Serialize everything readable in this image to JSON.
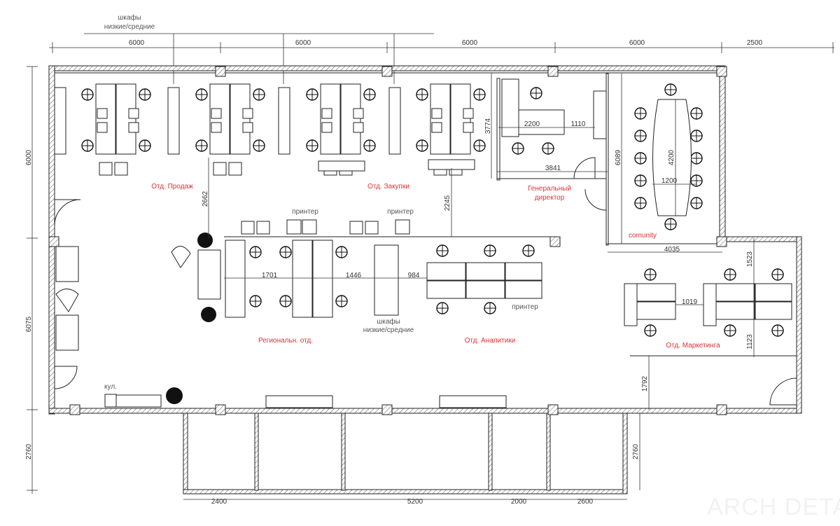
{
  "plan": {
    "top_note": [
      "шкафы",
      "низкие/средние"
    ],
    "mid_note": [
      "шкафы",
      "низкие/средние"
    ],
    "departments": {
      "sales": "Отд. Продаж",
      "purchasing": "Отд. Закупки",
      "director": [
        "Генеральный",
        "директор"
      ],
      "community": "comunity",
      "regional": "Региональн. отд.",
      "analytics": "Отд. Аналитики",
      "marketing": "Отд. Маркетинга"
    },
    "printers": [
      "принтер",
      "принтер",
      "принтер"
    ],
    "cooler": "кул.",
    "dimensions": {
      "top": [
        "6000",
        "6000",
        "6000",
        "6000",
        "2500"
      ],
      "left": [
        "6000",
        "6075",
        "2760"
      ],
      "bottom": [
        "2400",
        "5200",
        "2000",
        "2600"
      ],
      "right_lower": "2760",
      "inner": {
        "d2662": "2662",
        "d2245": "2245",
        "d3774": "3774",
        "d6089": "6089",
        "d4200": "4200",
        "d1200": "1200",
        "d2200": "2200",
        "d1110": "1110",
        "d3841": "3841",
        "d4035": "4035",
        "d1701": "1701",
        "d1446": "1446",
        "d984": "984",
        "d1019": "1019",
        "d1523": "1523",
        "d1123": "1123",
        "d1792": "1792"
      }
    },
    "watermark": "ARCH DETAIL"
  }
}
